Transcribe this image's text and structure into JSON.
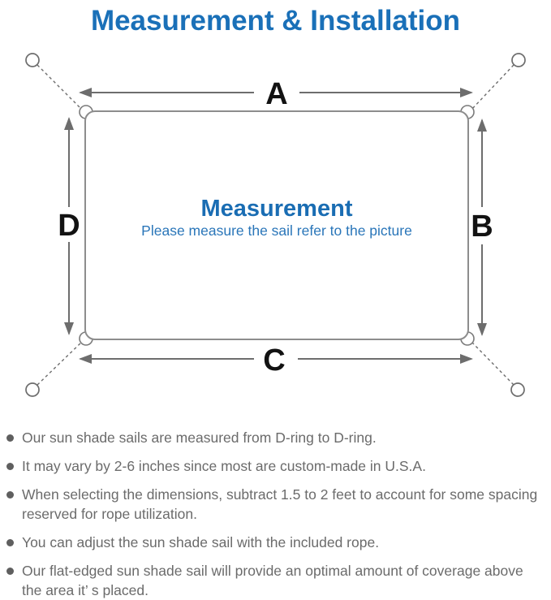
{
  "title": "Measurement & Installation",
  "diagram": {
    "label_a": "A",
    "label_b": "B",
    "label_c": "C",
    "label_d": "D",
    "center_title": "Measurement",
    "center_subtitle": "Please measure the sail refer to the picture"
  },
  "notes": [
    "Our sun shade sails are measured from D-ring to D-ring.",
    "It may vary by 2-6 inches since most are custom-made in U.S.A.",
    "When selecting the dimensions, subtract 1.5 to 2 feet to account for some spacing\nreserved for rope utilization.",
    "You can adjust the sun shade sail with the included rope.",
    "Our flat-edged sun shade sail will provide an optimal amount of coverage above\nthe area it’ s placed."
  ],
  "colors": {
    "accent_blue": "#1a70b8",
    "center_text_blue": "#1a6db3",
    "subtitle_blue": "#2a76b9",
    "diagram_line_gray": "#6d6d6d",
    "sail_outline_gray": "#8d8d8d",
    "note_text_gray": "#6b6b6b",
    "dim_label_black": "#121212"
  }
}
